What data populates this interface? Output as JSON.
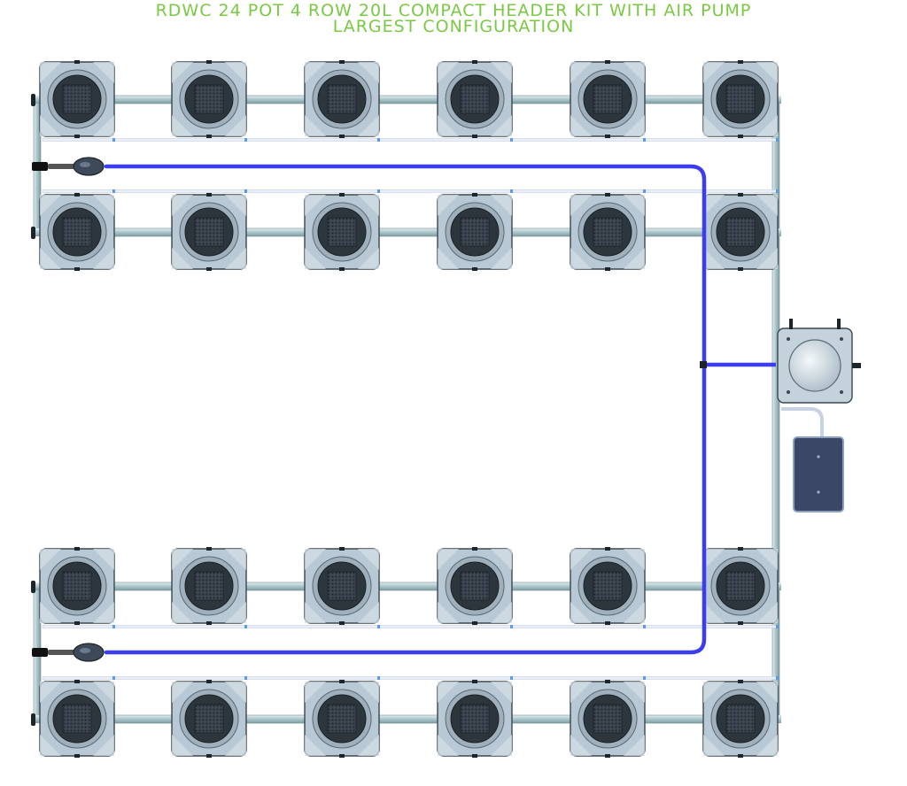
{
  "title": {
    "line1": "RDWC 24 POT 4 ROW 20L COMPACT HEADER KIT WITH AIR PUMP",
    "line2": "LARGEST CONFIGURATION"
  },
  "layout": {
    "rows": 4,
    "pots_per_row": 6,
    "total_pots": 24
  },
  "colors": {
    "title": "#7ac943",
    "pot_body": "#b8c8d4",
    "pot_outline": "#3a4650",
    "pot_basket": "#3e4852",
    "pipe": "#a9c4c8",
    "air_line": "#3c3cf0",
    "return_tube": "#e9eef8",
    "pump": "#3a4866",
    "header_tank": "#c4d2dc"
  },
  "icons": {
    "pot": "pot-icon",
    "header_tank": "header-tank-icon",
    "air_pump": "air-pump-icon",
    "air_stone": "air-stone-icon"
  }
}
